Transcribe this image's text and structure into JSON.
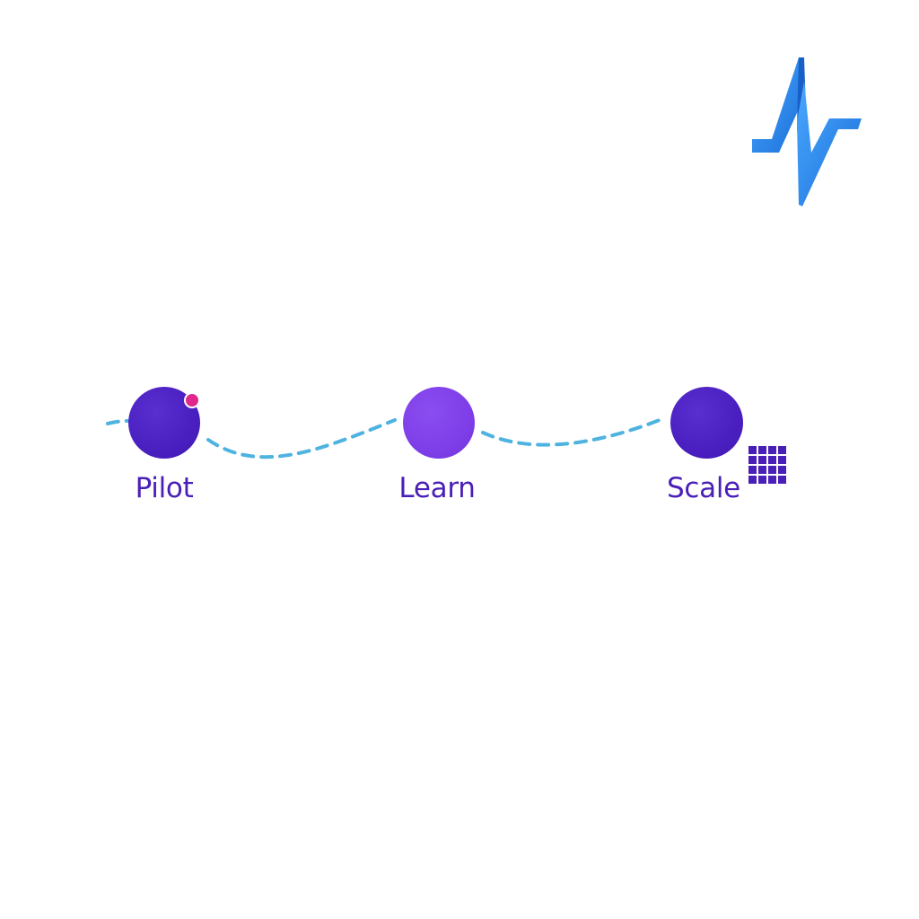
{
  "steps": [
    {
      "label": "Pilot"
    },
    {
      "label": "Learn"
    },
    {
      "label": "Scale"
    }
  ],
  "icons": {
    "brand_logo": "zigzag-logo-icon",
    "status_dot": "notification-dot-icon",
    "grid": "grid-icon"
  },
  "colors": {
    "node_dark": "#4a1fc0",
    "node_light": "#7e3ee8",
    "label": "#4a1fb8",
    "connector": "#4fb3e0",
    "status_dot": "#e0288c",
    "logo_primary": "#2a8cf0",
    "logo_dark": "#1a5fc8"
  }
}
